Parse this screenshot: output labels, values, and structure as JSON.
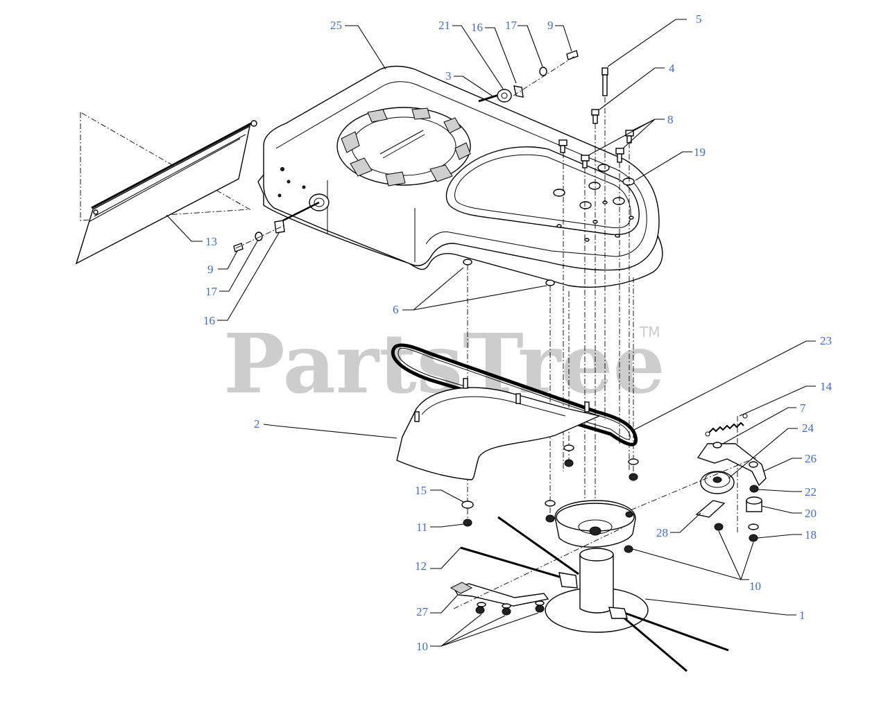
{
  "watermark": {
    "text": "PartsTree",
    "tm": "TM"
  },
  "callouts": [
    {
      "id": "25",
      "text": "25"
    },
    {
      "id": "21",
      "text": "21"
    },
    {
      "id": "16a",
      "text": "16"
    },
    {
      "id": "17a",
      "text": "17"
    },
    {
      "id": "9a",
      "text": "9"
    },
    {
      "id": "5",
      "text": "5"
    },
    {
      "id": "3",
      "text": "3"
    },
    {
      "id": "4",
      "text": "4"
    },
    {
      "id": "8",
      "text": "8"
    },
    {
      "id": "19",
      "text": "19"
    },
    {
      "id": "13",
      "text": "13"
    },
    {
      "id": "9b",
      "text": "9"
    },
    {
      "id": "17b",
      "text": "17"
    },
    {
      "id": "16b",
      "text": "16"
    },
    {
      "id": "6",
      "text": "6"
    },
    {
      "id": "23",
      "text": "23"
    },
    {
      "id": "14",
      "text": "14"
    },
    {
      "id": "7",
      "text": "7"
    },
    {
      "id": "2",
      "text": "2"
    },
    {
      "id": "24",
      "text": "24"
    },
    {
      "id": "26",
      "text": "26"
    },
    {
      "id": "15",
      "text": "15"
    },
    {
      "id": "22",
      "text": "22"
    },
    {
      "id": "20",
      "text": "20"
    },
    {
      "id": "11",
      "text": "11"
    },
    {
      "id": "28",
      "text": "28"
    },
    {
      "id": "18",
      "text": "18"
    },
    {
      "id": "12",
      "text": "12"
    },
    {
      "id": "10a",
      "text": "10"
    },
    {
      "id": "1",
      "text": "1"
    },
    {
      "id": "27",
      "text": "27"
    },
    {
      "id": "10b",
      "text": "10"
    }
  ]
}
